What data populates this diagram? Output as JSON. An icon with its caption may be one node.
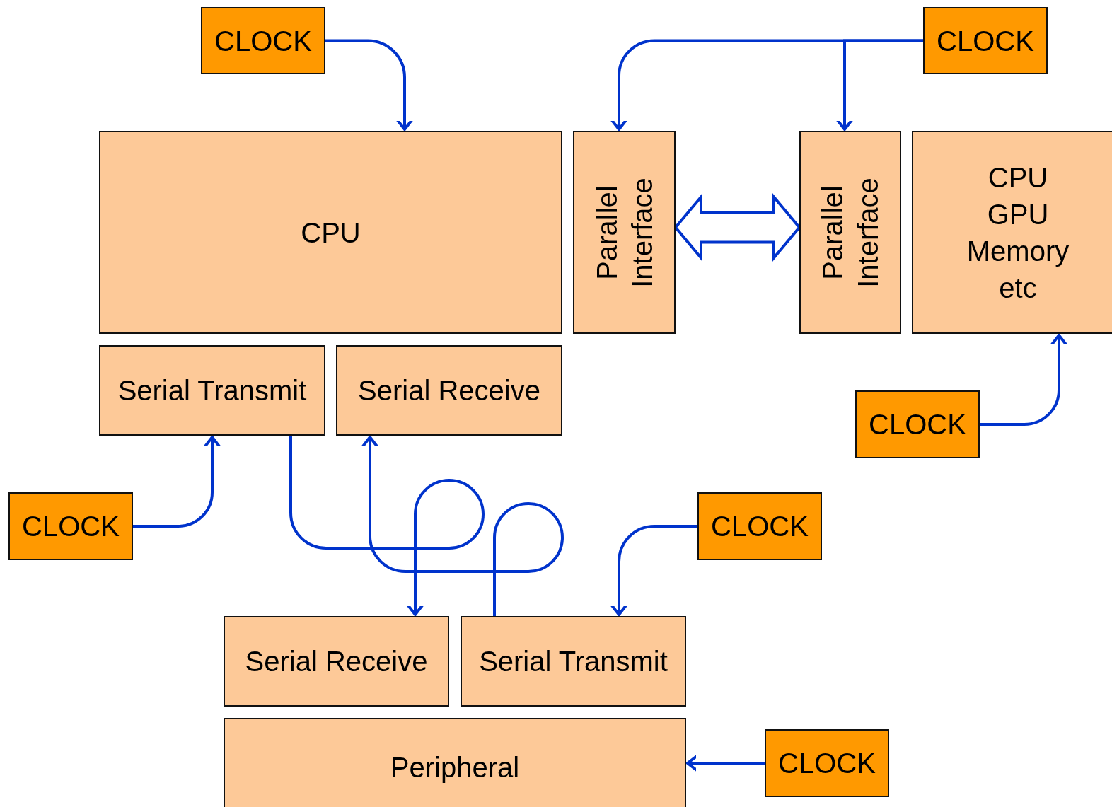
{
  "diagram": {
    "nodes": [
      {
        "text": [
          "CLOCK"
        ]
      },
      {
        "text": [
          "CLOCK"
        ]
      },
      {
        "text": [
          "CPU"
        ]
      },
      {
        "text": [
          "Parallel Interface"
        ]
      },
      {
        "text": [
          "Parallel Interface"
        ]
      },
      {
        "text": [
          "CPU GPU Memory etc"
        ]
      },
      {
        "text": [
          "Serial Transmit"
        ]
      },
      {
        "text": [
          "Serial Receive"
        ]
      },
      {
        "text": [
          "CLOCK"
        ]
      },
      {
        "text": [
          "CLOCK"
        ]
      },
      {
        "text": [
          "CLOCK"
        ]
      },
      {
        "text": [
          "Serial Receive"
        ]
      },
      {
        "text": [
          "Serial Transmit"
        ]
      },
      {
        "text": [
          "Peripheral"
        ]
      },
      {
        "text": [
          "CLOCK"
        ]
      }
    ],
    "edges": [
      {
        "from": 0,
        "to": 2,
        "arrow": "to"
      },
      {
        "from": 1,
        "to": 3,
        "arrow": "to"
      },
      {
        "from": 1,
        "to": 4,
        "arrow": "to"
      },
      {
        "from": 3,
        "to": 4,
        "arrow": "both",
        "style": "thick"
      },
      {
        "from": 8,
        "to": 5,
        "arrow": "to"
      },
      {
        "from": 9,
        "to": 6,
        "arrow": "to"
      },
      {
        "from": 6,
        "to": 11,
        "arrow": "to"
      },
      {
        "from": 12,
        "to": 7,
        "arrow": "to"
      },
      {
        "from": 10,
        "to": 12,
        "arrow": "to"
      },
      {
        "from": 14,
        "to": 13,
        "arrow": "to"
      }
    ]
  }
}
